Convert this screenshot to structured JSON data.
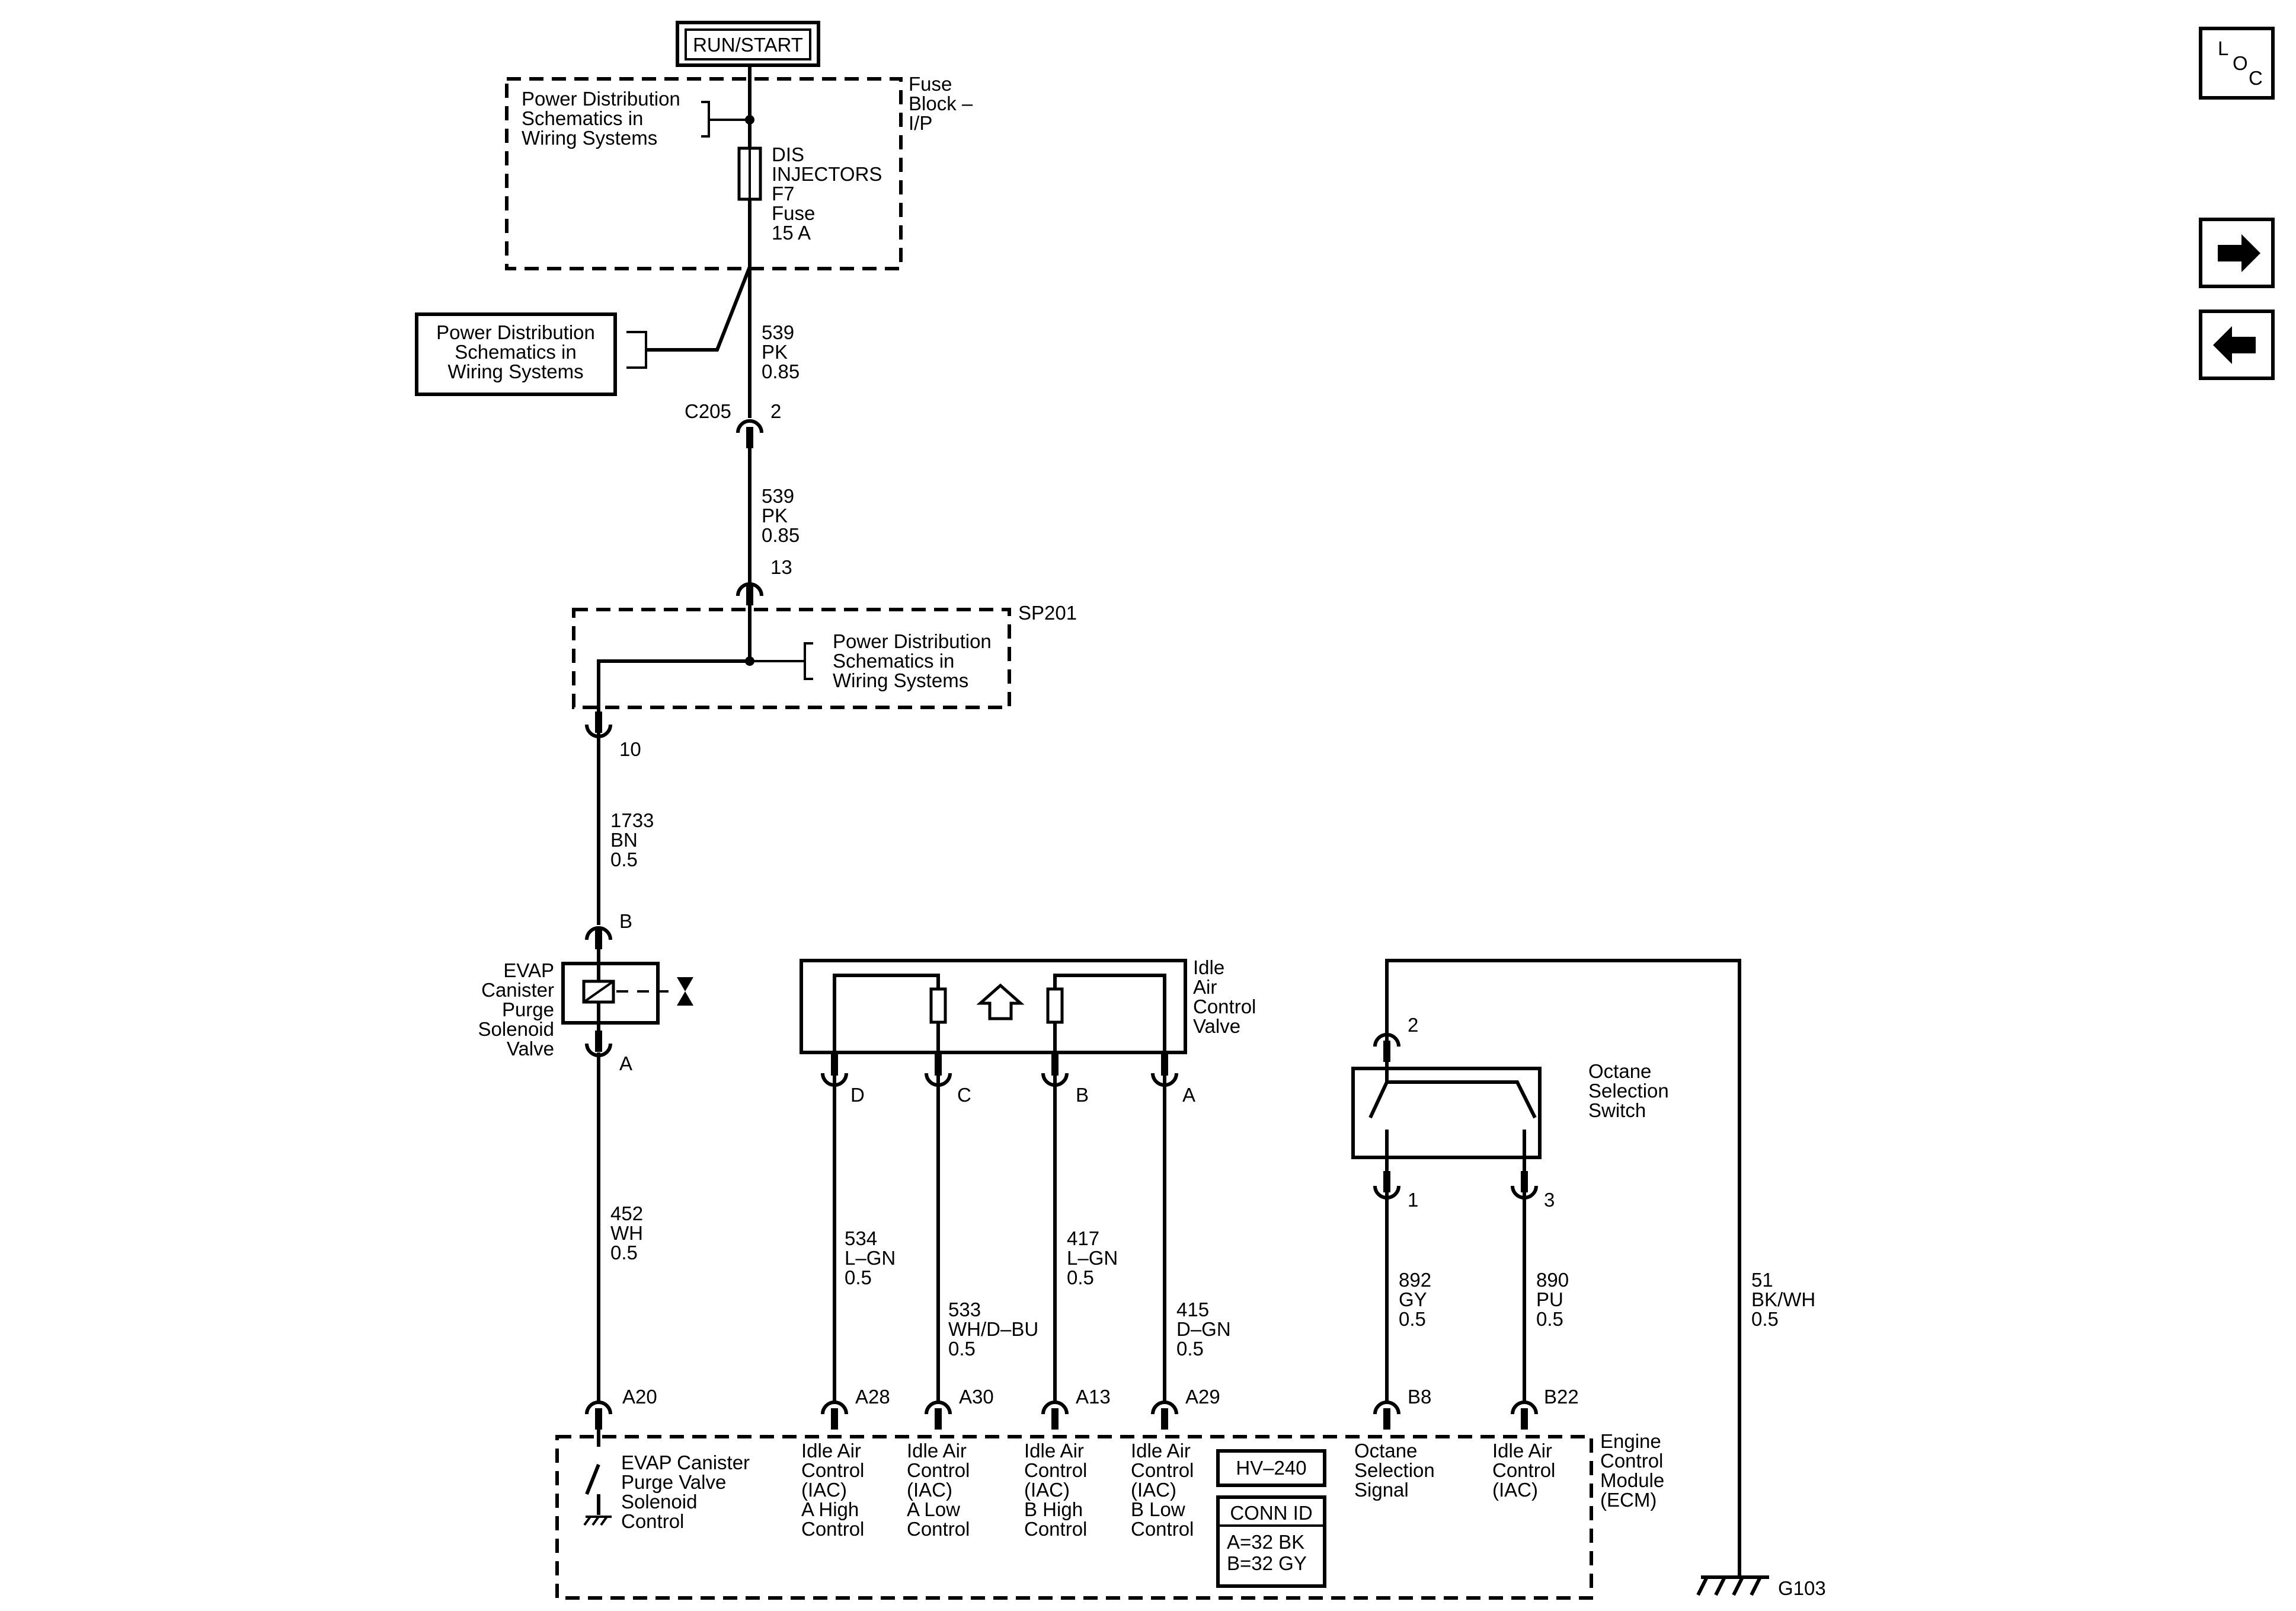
{
  "header": {
    "supply": "RUN/START"
  },
  "fuse_block": {
    "title_lines": [
      "Fuse",
      "Block –",
      "I/P"
    ],
    "ref_lines": [
      "Power Distribution",
      "Schematics in",
      "Wiring Systems"
    ],
    "fuse_lines": [
      "DIS",
      "INJECTORS",
      "F7",
      "Fuse",
      "15 A"
    ]
  },
  "left_ref": {
    "lines": [
      "Power Distribution",
      "Schematics in",
      "Wiring Systems"
    ]
  },
  "splice": {
    "name": "SP201",
    "ref_lines": [
      "Power Distribution",
      "Schematics in",
      "Wiring Systems"
    ]
  },
  "connectors": {
    "c205": "C205",
    "c205_pin": "2",
    "pin13": "13",
    "pin10": "10"
  },
  "wires": {
    "w539a": [
      "539",
      "PK",
      "0.85"
    ],
    "w539b": [
      "539",
      "PK",
      "0.85"
    ],
    "w1733": [
      "1733",
      "BN",
      "0.5"
    ],
    "w452": [
      "452",
      "WH",
      "0.5"
    ],
    "w534": [
      "534",
      "L–GN",
      "0.5"
    ],
    "w533": [
      "533",
      "WH/D–BU",
      "0.5"
    ],
    "w417": [
      "417",
      "L–GN",
      "0.5"
    ],
    "w415": [
      "415",
      "D–GN",
      "0.5"
    ],
    "w892": [
      "892",
      "GY",
      "0.5"
    ],
    "w890": [
      "890",
      "PU",
      "0.5"
    ],
    "w51": [
      "51",
      "BK/WH",
      "0.5"
    ]
  },
  "evap": {
    "name_lines": [
      "EVAP",
      "Canister",
      "Purge",
      "Solenoid",
      "Valve"
    ],
    "pin_b": "B",
    "pin_a": "A"
  },
  "iac": {
    "name_lines": [
      "Idle",
      "Air",
      "Control",
      "Valve"
    ],
    "pins": [
      "D",
      "C",
      "B",
      "A"
    ]
  },
  "octane": {
    "name_lines": [
      "Octane",
      "Selection",
      "Switch"
    ],
    "pin2": "2",
    "pin1": "1",
    "pin3": "3"
  },
  "ecm": {
    "name_lines": [
      "Engine",
      "Control",
      "Module",
      "(ECM)"
    ],
    "pins": [
      "A20",
      "A28",
      "A30",
      "A13",
      "A29",
      "B8",
      "B22"
    ],
    "evap_label": [
      "EVAP Canister",
      "Purge Valve",
      "Solenoid",
      "Control"
    ],
    "iac_a_high": [
      "Idle Air",
      "Control",
      "(IAC)",
      "A High",
      "Control"
    ],
    "iac_a_low": [
      "Idle Air",
      "Control",
      "(IAC)",
      "A Low",
      "Control"
    ],
    "iac_b_high": [
      "Idle Air",
      "Control",
      "(IAC)",
      "B High",
      "Control"
    ],
    "iac_b_low": [
      "Idle Air",
      "Control",
      "(IAC)",
      "B Low",
      "Control"
    ],
    "octane_label": [
      "Octane",
      "Selection",
      "Signal"
    ],
    "iac_label": [
      "Idle Air",
      "Control",
      "(IAC)"
    ],
    "hv": "HV–240",
    "conn_id_title": "CONN ID",
    "conn_id_lines": [
      "A=32 BK",
      "B=32 GY"
    ]
  },
  "ground": {
    "name": "G103"
  },
  "nav": {
    "loc_l": "L",
    "loc_o": "O",
    "loc_c": "C"
  }
}
